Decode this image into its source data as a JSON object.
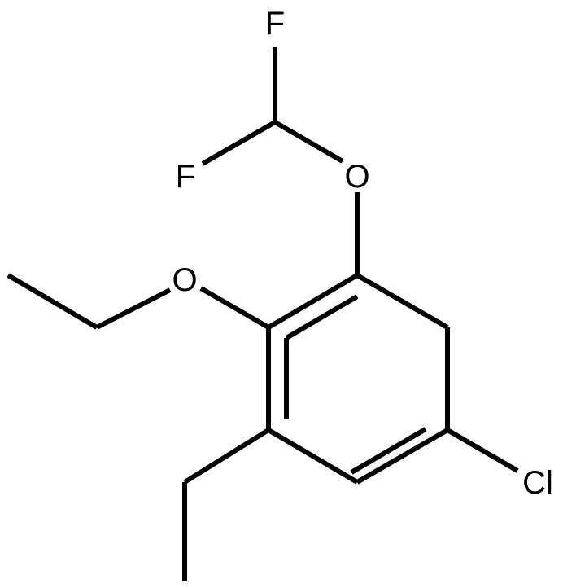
{
  "molecule": {
    "atoms": {
      "f_top": "F",
      "f_left": "F",
      "o_difluoromethoxy": "O",
      "o_ethoxy": "O",
      "cl": "Cl"
    }
  }
}
